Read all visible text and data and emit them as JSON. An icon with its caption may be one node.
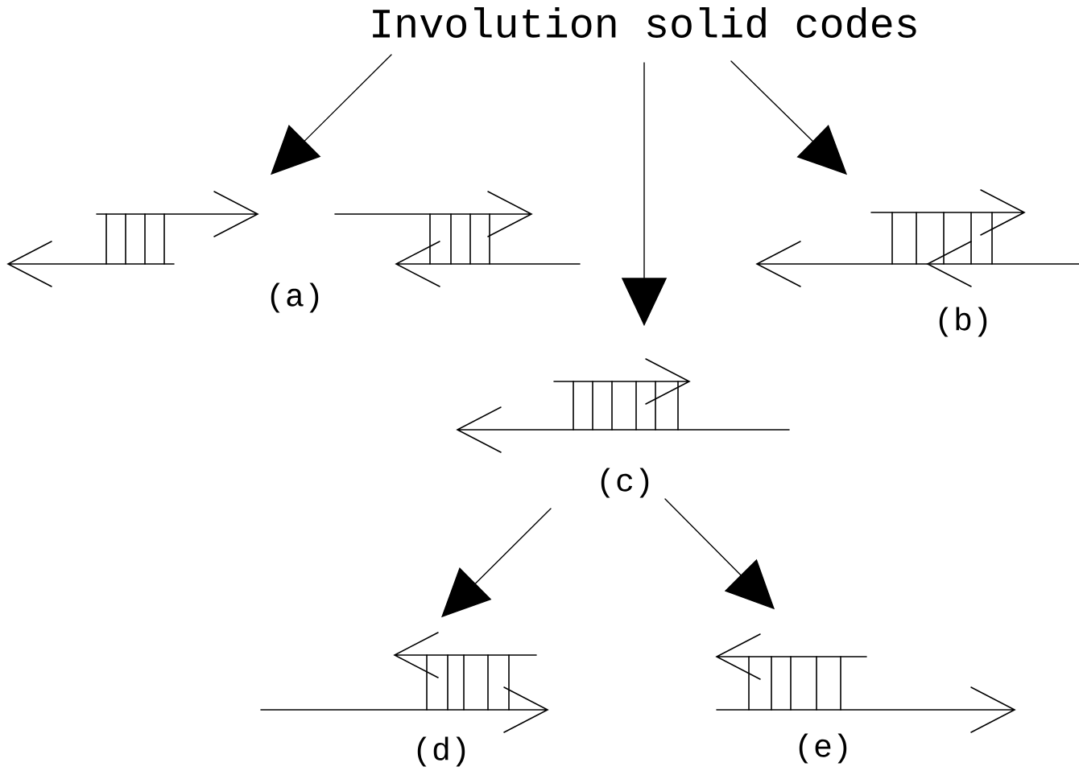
{
  "diagram": {
    "nodes": [
      {
        "text": [
          "Involution solid codes"
        ]
      },
      {
        "text": [],
        "shape": "picture",
        "beside": [
          "(a)"
        ]
      },
      {
        "text": [],
        "shape": "picture",
        "beside": [
          "(b)"
        ]
      },
      {
        "text": [],
        "shape": "picture",
        "beside": [
          "(c)"
        ]
      },
      {
        "text": [],
        "shape": "picture",
        "beside": [
          "(d)"
        ]
      },
      {
        "text": [],
        "shape": "picture",
        "beside": [
          "(e)"
        ]
      }
    ],
    "edges": [
      {
        "from": 0,
        "to": 1,
        "arrow": "to"
      },
      {
        "from": 0,
        "to": 3,
        "arrow": "to"
      },
      {
        "from": 0,
        "to": 2,
        "arrow": "to"
      },
      {
        "from": 3,
        "to": 4,
        "arrow": "to"
      },
      {
        "from": 3,
        "to": 5,
        "arrow": "to"
      }
    ]
  }
}
